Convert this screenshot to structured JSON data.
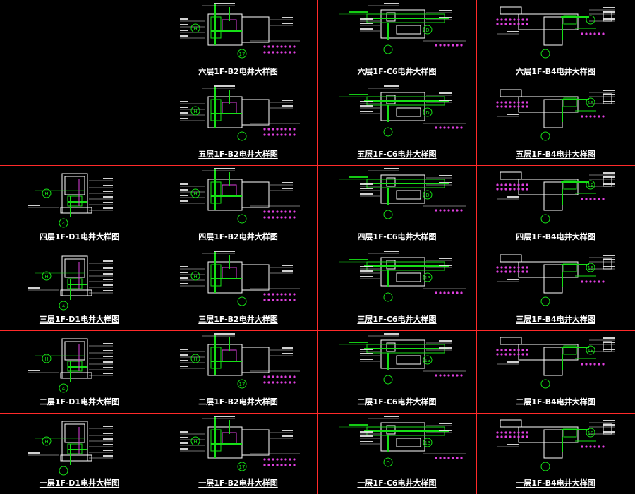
{
  "sheet": {
    "background": "#000000",
    "grid_color": "#ff2a2a",
    "wall_color": "#ffffff",
    "equipment_color": "#16e016",
    "leader_color": "#e8e8e8",
    "accent_color": "#e040e0",
    "title_color": "#ffffff"
  },
  "rows": [
    {
      "cells": [
        {
          "title": "",
          "variant": "empty"
        },
        {
          "title": "六层1F-B2电井大样图",
          "variant": "b",
          "axis_labels": [
            "H",
            "17"
          ]
        },
        {
          "title": "六层1F-C6电井大样图",
          "variant": "c",
          "axis_labels": [
            "D"
          ]
        },
        {
          "title": "六层1F-B4电井大样图",
          "variant": "d",
          "axis_labels": []
        }
      ]
    },
    {
      "cells": [
        {
          "title": "",
          "variant": "empty"
        },
        {
          "title": "五层1F-B2电井大样图",
          "variant": "b",
          "axis_labels": [
            "H"
          ]
        },
        {
          "title": "五层1F-C6电井大样图",
          "variant": "c",
          "axis_labels": [
            "D"
          ]
        },
        {
          "title": "五层1F-B4电井大样图",
          "variant": "d",
          "axis_labels": [
            "19"
          ]
        }
      ]
    },
    {
      "cells": [
        {
          "title": "四层1F-D1电井大样图",
          "variant": "a",
          "axis_labels": [
            "H",
            "4"
          ]
        },
        {
          "title": "四层1F-B2电井大样图",
          "variant": "b",
          "axis_labels": [
            "H"
          ]
        },
        {
          "title": "四层1F-C6电井大样图",
          "variant": "c",
          "axis_labels": [
            "D"
          ]
        },
        {
          "title": "四层1F-B4电井大样图",
          "variant": "d",
          "axis_labels": [
            "19"
          ]
        }
      ]
    },
    {
      "cells": [
        {
          "title": "三层1F-D1电井大样图",
          "variant": "a",
          "axis_labels": [
            "H",
            "4"
          ]
        },
        {
          "title": "三层1F-B2电井大样图",
          "variant": "b",
          "axis_labels": [
            "H"
          ]
        },
        {
          "title": "三层1F-C6电井大样图",
          "variant": "c",
          "axis_labels": [
            "13"
          ]
        },
        {
          "title": "三层1F-B4电井大样图",
          "variant": "d",
          "axis_labels": [
            "19"
          ]
        }
      ]
    },
    {
      "cells": [
        {
          "title": "二层1F-D1电井大样图",
          "variant": "a",
          "axis_labels": [
            "H",
            "4"
          ]
        },
        {
          "title": "二层1F-B2电井大样图",
          "variant": "b",
          "axis_labels": [
            "H",
            "17"
          ]
        },
        {
          "title": "二层1F-C6电井大样图",
          "variant": "c",
          "axis_labels": [
            "13"
          ]
        },
        {
          "title": "二层1F-B4电井大样图",
          "variant": "d",
          "axis_labels": [
            "19"
          ]
        }
      ]
    },
    {
      "cells": [
        {
          "title": "一层1F-D1电井大样图",
          "variant": "a",
          "axis_labels": [
            "H"
          ]
        },
        {
          "title": "一层1F-B2电井大样图",
          "variant": "b",
          "axis_labels": [
            "H",
            "17"
          ]
        },
        {
          "title": "一层1F-C6电井大样图",
          "variant": "c",
          "axis_labels": [
            "13",
            "D"
          ]
        },
        {
          "title": "一层1F-B4电井大样图",
          "variant": "d",
          "axis_labels": [
            "19"
          ]
        }
      ]
    }
  ]
}
